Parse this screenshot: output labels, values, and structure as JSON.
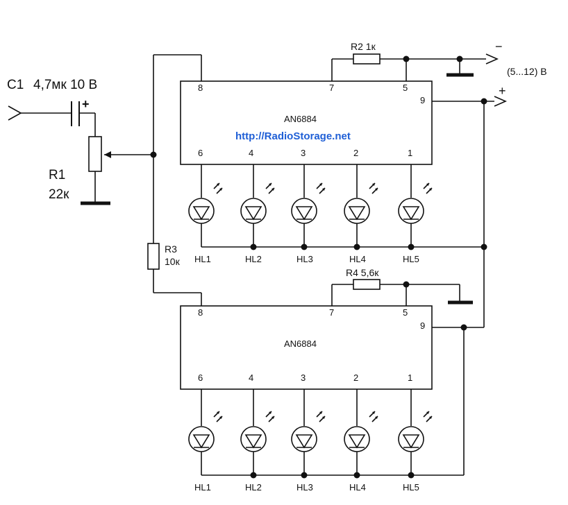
{
  "input": {
    "c1_name": "C1",
    "c1_value": "4,7мк 10 В"
  },
  "pot": {
    "name": "R1",
    "value": "22к"
  },
  "supply": {
    "minus": "−",
    "plus": "+",
    "range": "(5...12) В"
  },
  "top_chip": {
    "name": "AN6884",
    "url": "http://RadioStorage.net",
    "pins": {
      "p8": "8",
      "p7": "7",
      "p5": "5",
      "p9": "9",
      "p6": "6",
      "p4": "4",
      "p3": "3",
      "p2": "2",
      "p1": "1"
    },
    "r2": "R2 1к",
    "leds": [
      "HL1",
      "HL2",
      "HL3",
      "HL4",
      "HL5"
    ]
  },
  "r3": {
    "name": "R3",
    "value": "10к"
  },
  "bottom_chip": {
    "name": "AN6884",
    "pins": {
      "p8": "8",
      "p7": "7",
      "p5": "5",
      "p9": "9",
      "p6": "6",
      "p4": "4",
      "p3": "3",
      "p2": "2",
      "p1": "1"
    },
    "r4": "R4  5,6к",
    "leds": [
      "HL1",
      "HL2",
      "HL3",
      "HL4",
      "HL5"
    ]
  }
}
